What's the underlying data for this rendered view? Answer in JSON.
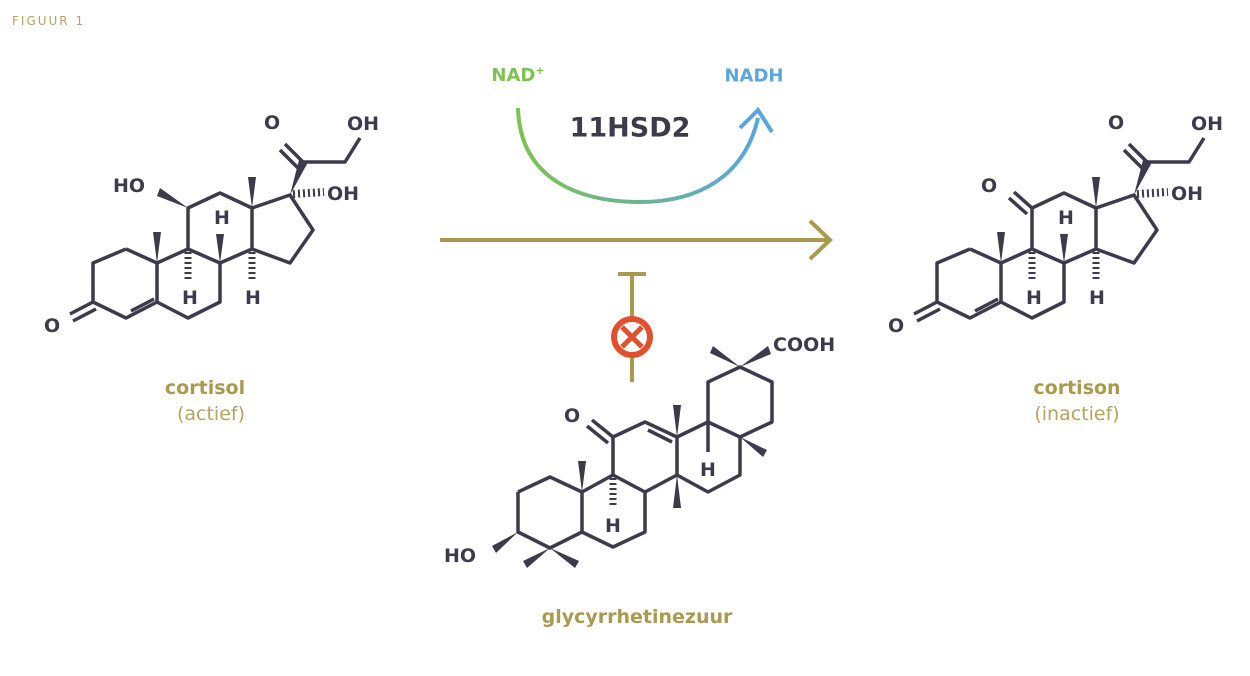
{
  "figure_label": "FIGUUR 1",
  "enzyme": "11HSD2",
  "cofactors": {
    "in": "NAD",
    "in_sup": "+",
    "out": "NADH"
  },
  "substrate": {
    "name": "cortisol",
    "state": "(actief)"
  },
  "product": {
    "name": "cortison",
    "state": "(inactief)"
  },
  "inhibitor": {
    "name": "glycyrrhetinezuur"
  },
  "atoms": {
    "O": "O",
    "OH": "OH",
    "HO": "HO",
    "H": "H",
    "COOH": "COOH"
  },
  "colors": {
    "dark": "#3d3a4b",
    "olive": "#a89a4f",
    "green": "#7dc34f",
    "blue": "#5aa5dc",
    "red": "#e0502e"
  }
}
